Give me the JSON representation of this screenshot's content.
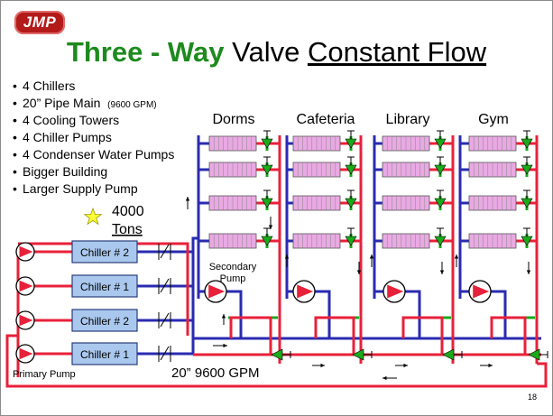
{
  "logo": "JMP",
  "title": {
    "part1": "Three - Way",
    "part2": "Valve",
    "part3": "Constant Flow"
  },
  "bullets": [
    {
      "text": "4 Chillers"
    },
    {
      "text": "20” Pipe Main",
      "note": "(9600 GPM)"
    },
    {
      "text": "4 Cooling Towers"
    },
    {
      "text": "4 Chiller Pumps"
    },
    {
      "text": "4 Condenser Water Pumps"
    },
    {
      "text": "Bigger Building"
    },
    {
      "text": "Larger Supply Pump"
    }
  ],
  "tons": {
    "value": "4000",
    "unit": "Tons"
  },
  "chillers": [
    "Chiller # 2",
    "Chiller # 1",
    "Chiller # 2",
    "Chiller # 1"
  ],
  "buildings": [
    "Dorms",
    "Cafeteria",
    "Library",
    "Gym"
  ],
  "labels": {
    "secondary_pump_line1": "Secondary",
    "secondary_pump_line2": "Pump",
    "primary_pump": "Primary Pump",
    "main_pipe": "20”  9600 GPM"
  },
  "page_number": "18",
  "colors": {
    "supply": "#e8213a",
    "return": "#2a2bb0",
    "bypass": "#1aaa1a",
    "coil": "#e9a9e3",
    "chiller": "#aac8ee",
    "title_green": "#1e8a1e"
  }
}
